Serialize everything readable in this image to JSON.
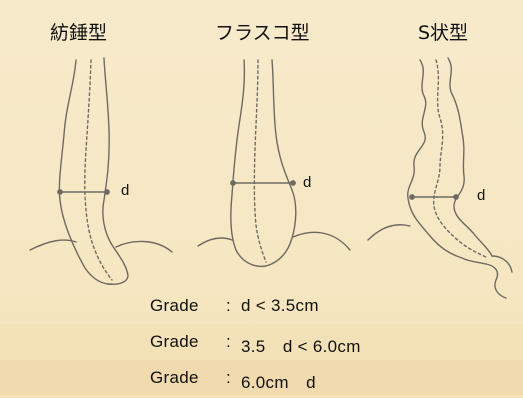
{
  "types": [
    {
      "title": "紡錘型",
      "d_label": "d"
    },
    {
      "title": "フラスコ型",
      "d_label": "d"
    },
    {
      "title": "S状型",
      "d_label": "d"
    }
  ],
  "grades": [
    {
      "label": "Grade",
      "colon": ":",
      "criterion": "d < 3.5cm"
    },
    {
      "label": "Grade",
      "colon": ":",
      "criterion": "3.5　d < 6.0cm"
    },
    {
      "label": "Grade",
      "colon": ":",
      "criterion": "6.0cm　d"
    }
  ],
  "colors": {
    "background": "#f7eacb",
    "row_highlight": "#f2dfb5",
    "stroke": "#6e6a62"
  }
}
